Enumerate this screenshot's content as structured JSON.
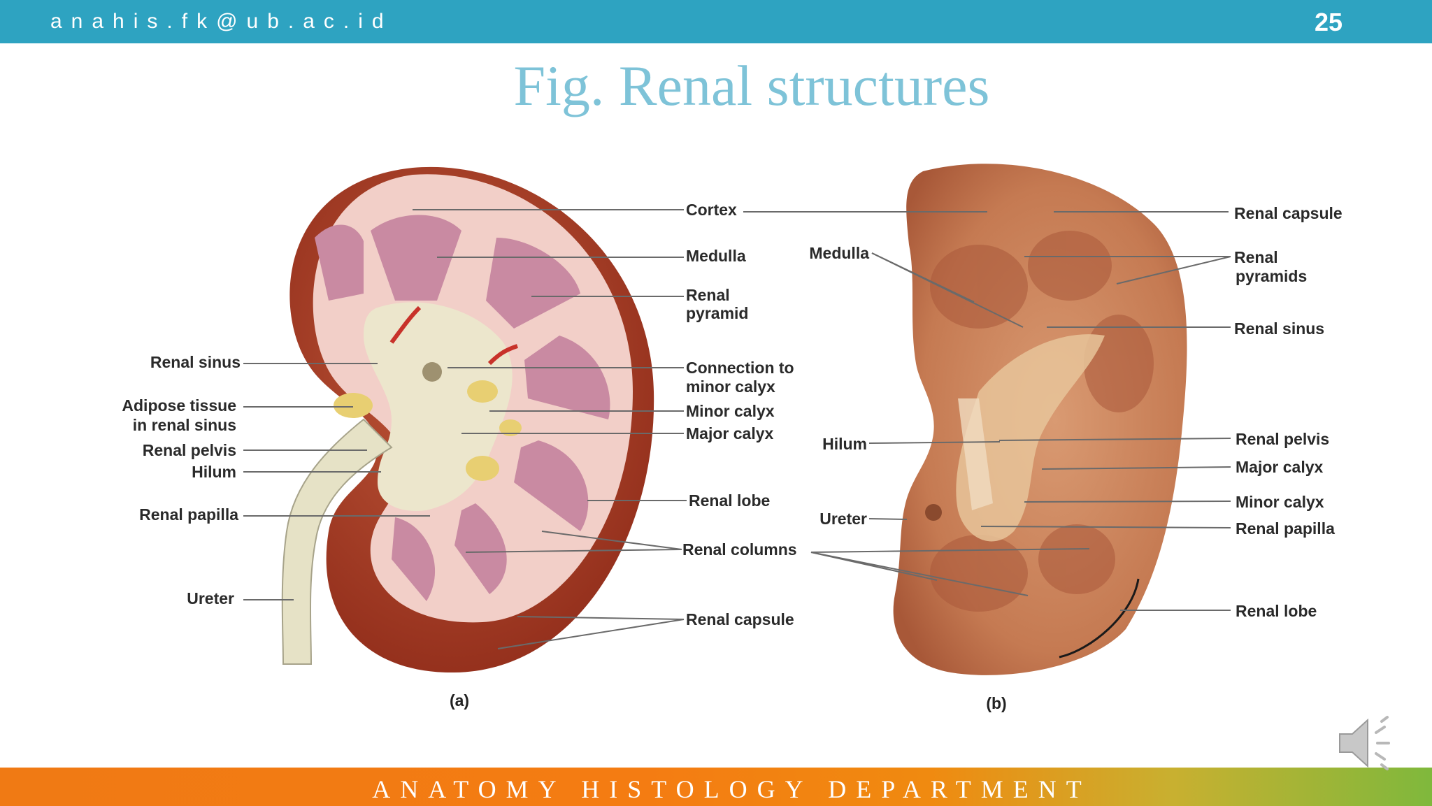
{
  "header": {
    "email": "anahis.fk@ub.ac.id",
    "page_number": "25"
  },
  "slide": {
    "title": "Fig. Renal structures"
  },
  "figure_a": {
    "caption": "(a)",
    "labels": {
      "cortex": "Cortex",
      "medulla": "Medulla",
      "renal_pyramid_1": "Renal",
      "renal_pyramid_2": "pyramid",
      "connection_1": "Connection to",
      "connection_2": "minor calyx",
      "minor_calyx": "Minor calyx",
      "major_calyx": "Major calyx",
      "renal_lobe": "Renal lobe",
      "renal_columns": "Renal columns",
      "renal_capsule": "Renal capsule",
      "renal_sinus": "Renal sinus",
      "adipose_1": "Adipose tissue",
      "adipose_2": "in renal sinus",
      "renal_pelvis": "Renal pelvis",
      "hilum": "Hilum",
      "renal_papilla": "Renal papilla",
      "ureter": "Ureter"
    }
  },
  "figure_b": {
    "caption": "(b)",
    "labels": {
      "medulla": "Medulla",
      "hilum": "Hilum",
      "ureter": "Ureter",
      "renal_capsule": "Renal capsule",
      "renal_pyramids_1": "Renal",
      "renal_pyramids_2": "pyramids",
      "renal_sinus": "Renal sinus",
      "renal_pelvis": "Renal pelvis",
      "major_calyx": "Major calyx",
      "minor_calyx": "Minor calyx",
      "renal_papilla": "Renal papilla",
      "renal_lobe": "Renal lobe"
    }
  },
  "footer": {
    "department": "ANATOMY HISTOLOGY DEPARTMENT"
  },
  "icons": {
    "speaker": "speaker-icon"
  },
  "colors": {
    "header_bar": "#2ea3c1",
    "title": "#7ec3d8",
    "footer_start": "#f07a14",
    "footer_end": "#7fb83c"
  }
}
